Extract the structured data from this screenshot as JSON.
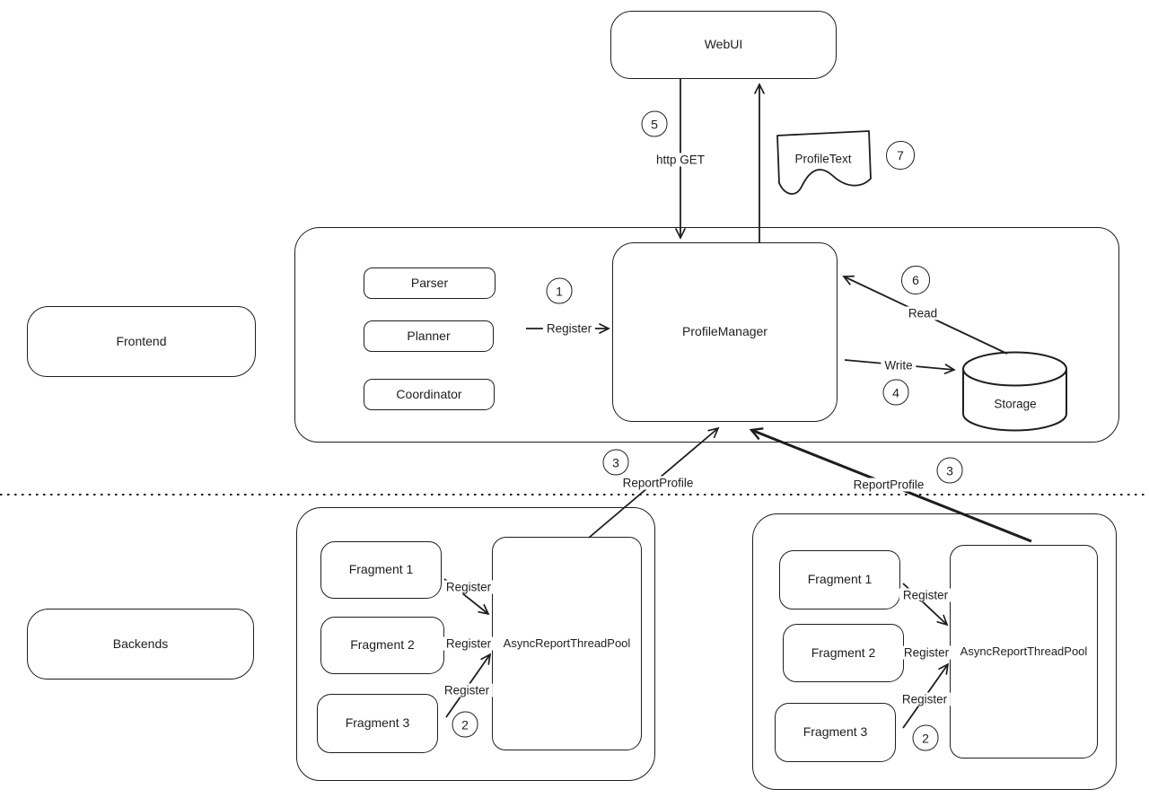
{
  "palette": {
    "stroke": "#1e1e1e",
    "background": "#ffffff"
  },
  "nodes": {
    "webui": "WebUI",
    "profile_text": "ProfileText",
    "frontend_label": "Frontend",
    "backends_label": "Backends",
    "parser": "Parser",
    "planner": "Planner",
    "coordinator": "Coordinator",
    "profile_manager": "ProfileManager",
    "storage": "Storage"
  },
  "edges": {
    "http_get": "http GET",
    "register_frontend": "Register",
    "read": "Read",
    "write": "Write"
  },
  "badges": {
    "register_frontend": "1",
    "write": "4",
    "http_get": "5",
    "read": "6",
    "profile_text": "7",
    "report_profile_left": "3",
    "report_profile_right": "3",
    "register_backend_left": "2",
    "register_backend_right": "2"
  },
  "backend_groups": [
    {
      "fragment1": "Fragment 1",
      "fragment2": "Fragment 2",
      "fragment3": "Fragment 3",
      "pool": "AsyncReportThreadPool",
      "register1": "Register",
      "register2": "Register",
      "register3": "Register",
      "report_profile": "ReportProfile"
    },
    {
      "fragment1": "Fragment 1",
      "fragment2": "Fragment 2",
      "fragment3": "Fragment 3",
      "pool": "AsyncReportThreadPool",
      "register1": "Register",
      "register2": "Register",
      "register3": "Register",
      "report_profile": "ReportProfile"
    }
  ]
}
